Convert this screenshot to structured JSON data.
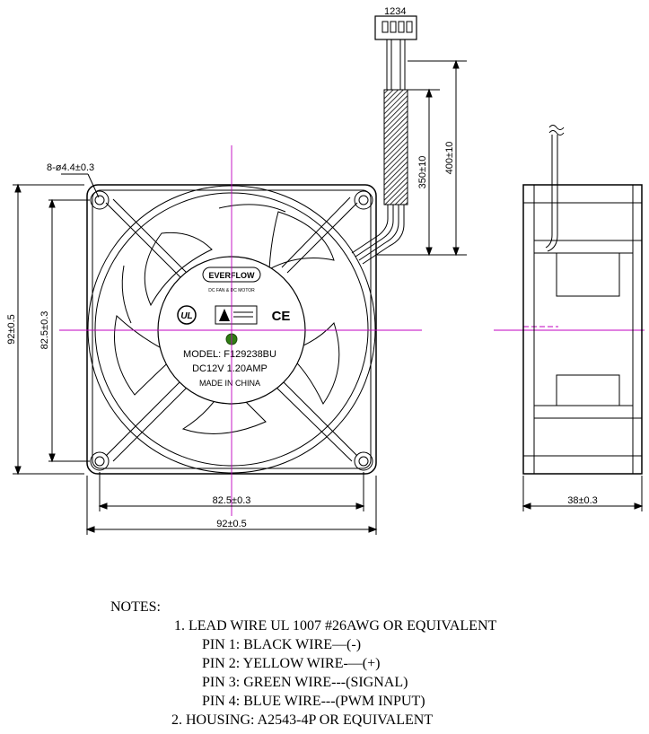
{
  "connector": {
    "pin_numbers": "1234"
  },
  "dimensions": {
    "hole_callout": "8-ø4.4±0.3",
    "cable_length_sleeve": "350±10",
    "cable_length_total": "400±10",
    "overall_height": "92±0.5",
    "hole_spacing_vertical": "82.5±0.3",
    "hole_spacing_horizontal": "82.5±0.3",
    "overall_width": "92±0.5",
    "depth": "38±0.3"
  },
  "label": {
    "brand": "EVERFLOW",
    "tagline": "DC FAN & DC MOTOR",
    "ul_mark": "UL",
    "ce_mark": "CE",
    "model": "MODEL: F129238BU",
    "rating": "DC12V  1.20AMP",
    "origin": "MADE IN CHINA",
    "label_accent": "#2f7d12"
  },
  "notes": {
    "heading": "NOTES:",
    "item1": "1. LEAD WIRE UL 1007 #26AWG OR EQUIVALENT",
    "pin1": "PIN 1: BLACK WIRE—(-)",
    "pin2": "PIN 2: YELLOW WIRE-—(+)",
    "pin3": "PIN 3: GREEN WIRE---(SIGNAL)",
    "pin4": "PIN 4: BLUE  WIRE---(PWM INPUT)",
    "item2": "2. HOUSING: A2543-4P OR EQUIVALENT"
  },
  "colors": {
    "centerline": "#c000c0",
    "ink": "#000000"
  }
}
